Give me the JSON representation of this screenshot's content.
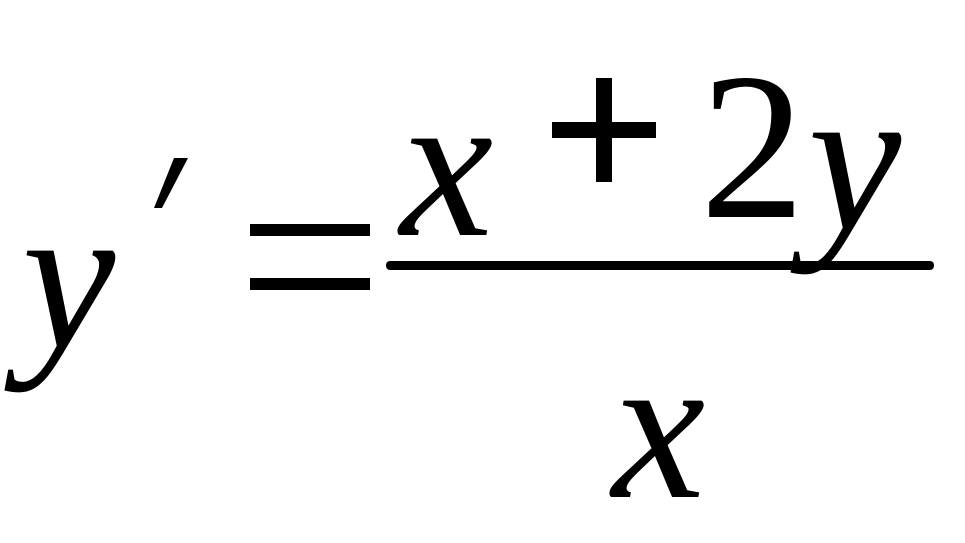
{
  "formula": {
    "lhs": {
      "variable": "y",
      "prime": "′"
    },
    "equals": "=",
    "fraction": {
      "numerator": {
        "term1": "x",
        "operator": "+",
        "coefficient": "2",
        "term2": "y"
      },
      "denominator": "x"
    }
  },
  "colors": {
    "ink": "#000000",
    "background": "#ffffff"
  }
}
